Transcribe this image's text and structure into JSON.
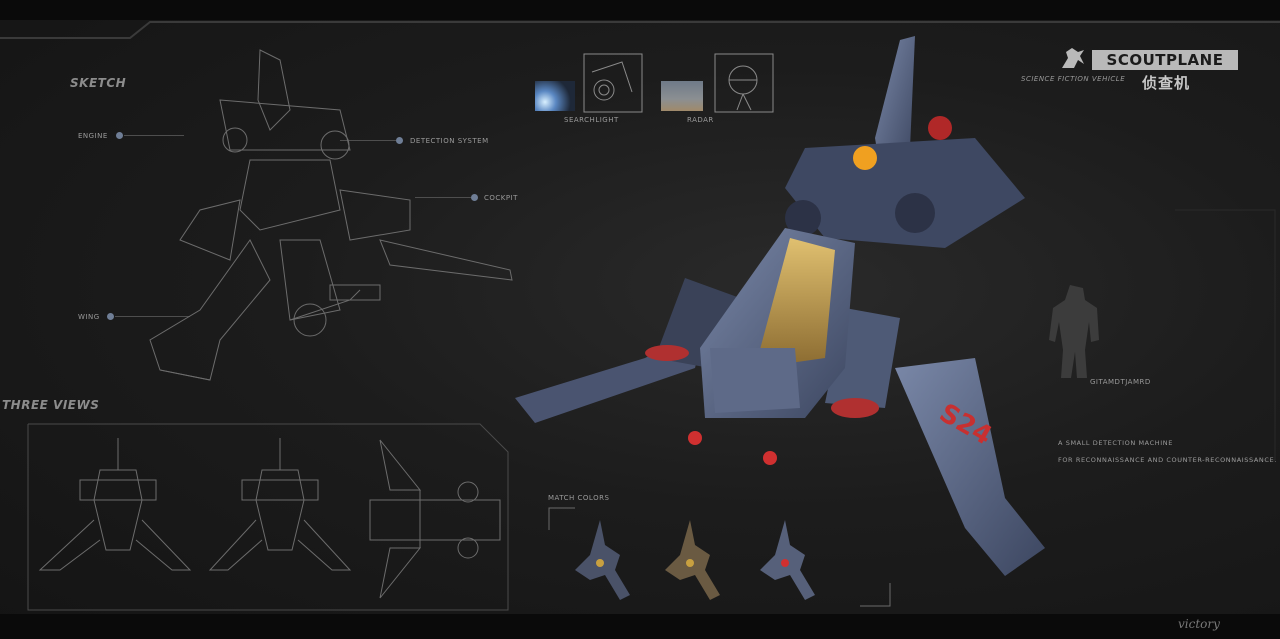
{
  "header": {
    "title": "SCOUTPLANE",
    "subtitle": "SCIENCE FICTION VEHICLE",
    "title_cn": "侦查机"
  },
  "sketch_section": {
    "heading": "SKETCH",
    "labels": {
      "engine": "ENGINE",
      "detection_system": "DETECTION SYSTEM",
      "cockpit": "COCKPIT",
      "wing": "WING"
    }
  },
  "references": {
    "searchlight": "SEARCHLIGHT",
    "radar": "RADAR"
  },
  "three_views": {
    "heading": "THREE VIEWS"
  },
  "match_colors": {
    "label": "MATCH COLORS"
  },
  "scale_figure": {
    "label": "GITAMDTJAMRD"
  },
  "description": {
    "line1": "A SMALL DETECTION MACHINE",
    "line2": "FOR RECONNAISSANCE AND COUNTER-RECONNAISSANCE."
  },
  "hull_marking": "S24",
  "signature": "victory",
  "colors": {
    "background": "#1c1c1c",
    "hull_blue": "#5b6a8c",
    "accent_red": "#d03030",
    "accent_yellow": "#c8a040",
    "label_dot": "#6f7e96",
    "title_plate": "#b9b9b9"
  }
}
